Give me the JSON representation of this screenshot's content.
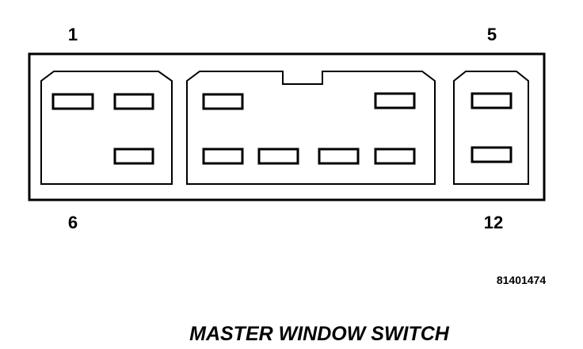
{
  "pin_labels": {
    "top_left": "1",
    "top_right": "5",
    "bottom_left": "6",
    "bottom_right": "12"
  },
  "reference_code": "81401474",
  "caption": "MASTER WINDOW SWITCH",
  "colors": {
    "line": "#000000",
    "background": "#ffffff"
  }
}
